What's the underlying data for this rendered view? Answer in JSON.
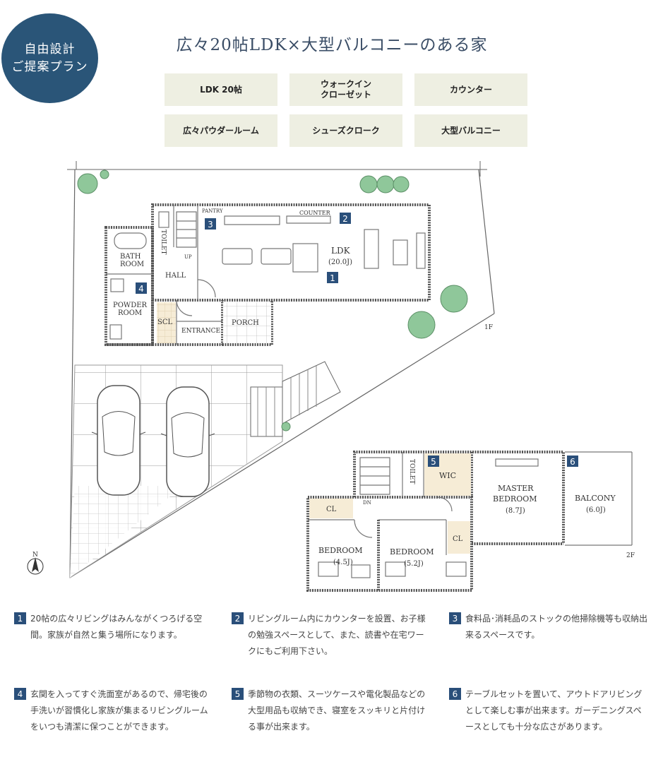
{
  "badge": {
    "line1": "自由設計",
    "line2": "ご提案プラン"
  },
  "title": "広々20帖LDK×大型バルコニーのある家",
  "tags": [
    "LDK 20帖",
    "ウォークイン\nクローゼット",
    "カウンター",
    "広々パウダールーム",
    "シューズクローク",
    "大型バルコニー"
  ],
  "floor1": {
    "label": "1F",
    "rooms": {
      "toilet": "TOILET",
      "pantry": "PANTRY",
      "counter": "COUNTER",
      "bath_line1": "BATH",
      "bath_line2": "ROOM",
      "hall": "HALL",
      "up": "UP",
      "ldk": "LDK",
      "ldk_size": "(20.0J)",
      "powder_line1": "POWDER",
      "powder_line2": "ROOM",
      "scl": "SCL",
      "entrance": "ENTRANCE",
      "porch": "PORCH"
    }
  },
  "floor2": {
    "label": "2F",
    "rooms": {
      "toilet": "TOILET",
      "wic": "WIC",
      "master_line1": "MASTER",
      "master_line2": "BEDROOM",
      "master_size": "(8.7J)",
      "balcony": "BALCONY",
      "balcony_size": "(6.0J)",
      "cl1": "CL",
      "cl2": "CL",
      "dn": "DN",
      "bed1": "BEDROOM",
      "bed1_size": "(4.5J)",
      "bed2": "BEDROOM",
      "bed2_size": "(5.2J)"
    }
  },
  "north": "N",
  "markers": [
    "1",
    "2",
    "3",
    "4",
    "5",
    "6"
  ],
  "descriptions": [
    {
      "num": "1",
      "text": "20帖の広々リビングはみんながくつろげる空間。家族が自然と集う場所になります。"
    },
    {
      "num": "2",
      "text": "リビングルーム内にカウンターを設置、お子様の勉強スペースとして、また、読書や在宅ワークにもご利用下さい。"
    },
    {
      "num": "3",
      "text": "食料品･消耗品のストックの他掃除機等も収納出来るスペースです。"
    },
    {
      "num": "4",
      "text": "玄関を入ってすぐ洗面室があるので、帰宅後の手洗いが習慣化し家族が集まるリビングルームをいつも清潔に保つことができます。"
    },
    {
      "num": "5",
      "text": "季節物の衣類、スーツケースや電化製品などの大型用品も収納でき、寝室をスッキリと片付ける事が出来ます。"
    },
    {
      "num": "6",
      "text": "テーブルセットを置いて、アウトドアリビングとして楽しむ事が出来ます。ガーデニングスペースとしても十分な広さがあります。"
    }
  ],
  "colors": {
    "badge": "#2a5578",
    "tag_bg": "#eeefe2",
    "marker": "#2a4f7a",
    "wall": "#555555",
    "floor_beige": "#f6ecd6",
    "tree": "#8fc79a"
  }
}
